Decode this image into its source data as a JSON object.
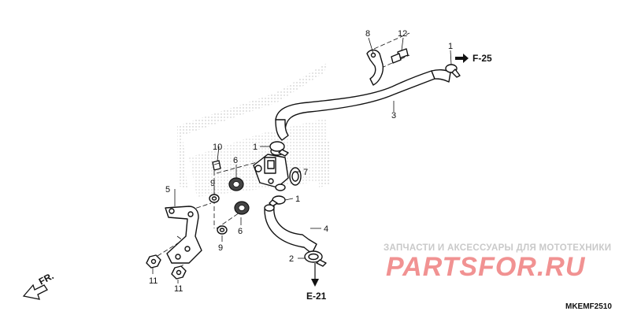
{
  "diagram": {
    "callouts": [
      "1",
      "1",
      "1",
      "2",
      "3",
      "4",
      "5",
      "6",
      "6",
      "7",
      "8",
      "9",
      "9",
      "10",
      "11",
      "11",
      "12"
    ],
    "refs": {
      "top_right": "F-25",
      "bottom": "E-21",
      "bottom_left": "FR."
    },
    "watermark": {
      "top": "ЗАПЧАСТИ И АКСЕССУАРЫ ДЛЯ МОТОТЕХНИКИ",
      "main": "PARTSFOR.RU"
    },
    "figure_code": "MKEMF2510",
    "colors": {
      "line": "#111111",
      "watermark_red": "#ef8080",
      "watermark_gray": "#c9c9c9"
    }
  }
}
